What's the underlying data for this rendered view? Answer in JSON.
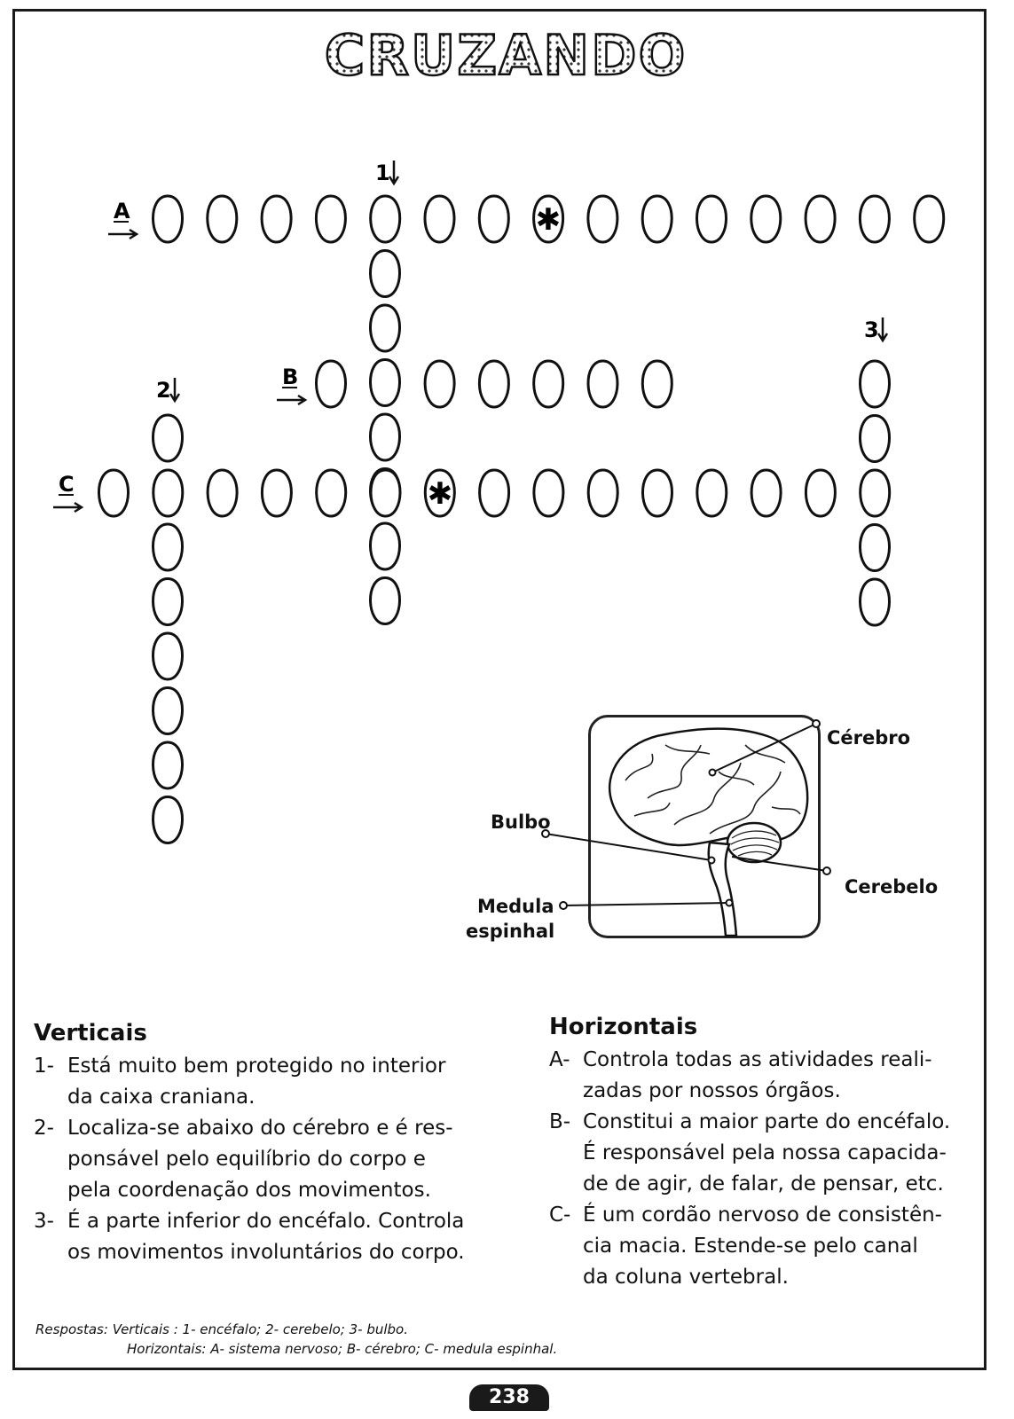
{
  "title": "CRUZANDO",
  "crossword": {
    "clue_marks": {
      "v1": "1",
      "v2": "2",
      "v3": "3",
      "hA": "A",
      "hB": "B",
      "hC": "C"
    },
    "star_symbol": "✱"
  },
  "diagram": {
    "labels": {
      "cerebro": "Cérebro",
      "bulbo": "Bulbo",
      "cerebelo": "Cerebelo",
      "medula_line1": "Medula",
      "medula_line2": "espinhal"
    }
  },
  "clues": {
    "verticais": {
      "heading": "Verticais",
      "items": [
        {
          "num": "1-",
          "lines": [
            "Está muito bem protegido no interior",
            "da caixa craniana."
          ]
        },
        {
          "num": "2-",
          "lines": [
            "Localiza-se abaixo do cérebro e é res-",
            "ponsável pelo equilíbrio do corpo e",
            "pela coordenação dos movimentos."
          ]
        },
        {
          "num": "3-",
          "lines": [
            "É a parte inferior do encéfalo. Controla",
            "os movimentos involuntários do corpo."
          ]
        }
      ]
    },
    "horizontais": {
      "heading": "Horizontais",
      "items": [
        {
          "num": "A-",
          "lines": [
            "Controla todas as atividades reali-",
            "zadas por nossos órgãos."
          ]
        },
        {
          "num": "B-",
          "lines": [
            "Constitui a maior parte do encéfalo.",
            "É responsável pela nossa capacida-",
            "de de agir, de falar, de pensar, etc."
          ]
        },
        {
          "num": "C-",
          "lines": [
            "É um cordão nervoso de consistên-",
            "cia macia. Estende-se pelo canal",
            "da coluna vertebral."
          ]
        }
      ]
    }
  },
  "answers": {
    "line1": "Respostas: Verticais : 1- encéfalo; 2- cerebelo; 3- bulbo.",
    "line2": "Horizontais: A- sistema nervoso; B- cérebro; C- medula espinhal."
  },
  "page_number": "238"
}
